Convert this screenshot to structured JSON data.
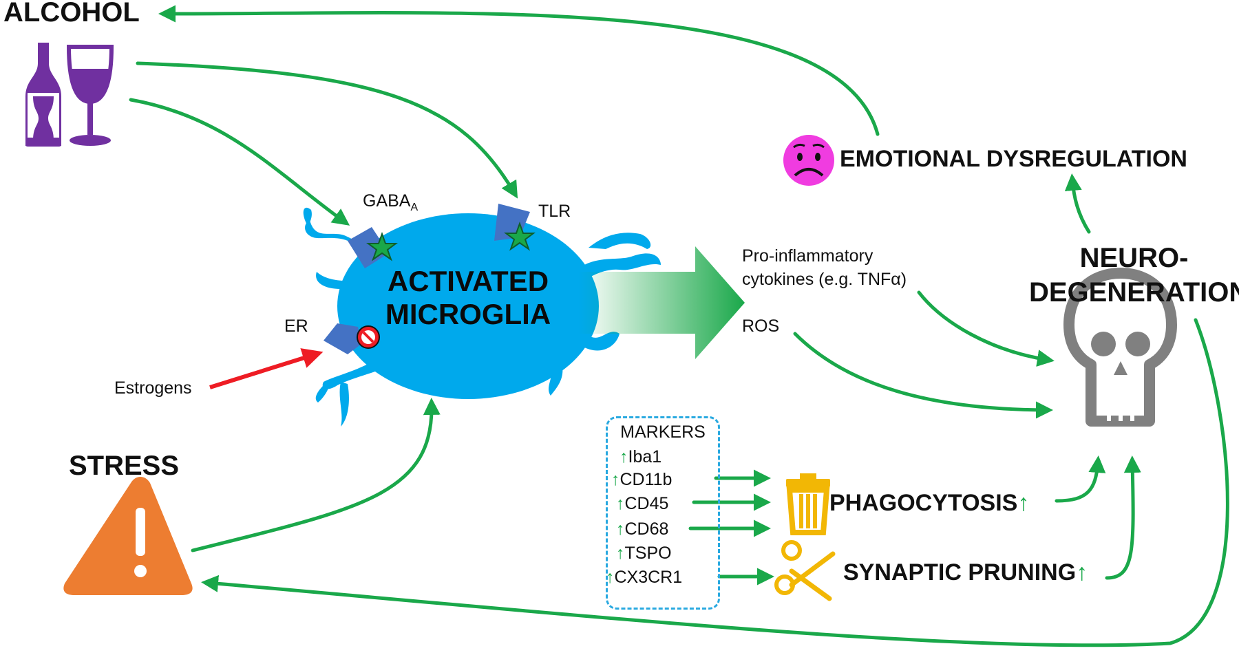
{
  "labels": {
    "alcohol": "ALCOHOL",
    "stress": "STRESS",
    "activated_line1": "ACTIVATED",
    "activated_line2": "MICROGLIA",
    "gaba": "GABA",
    "gaba_sub": "A",
    "tlr": "TLR",
    "er": "ER",
    "estrogens": "Estrogens",
    "pro_inflammatory_line1": "Pro-inflammatory",
    "pro_inflammatory_line2": "cytokines (e.g. TNFα)",
    "ros": "ROS",
    "emotional": "EMOTIONAL DYSREGULATION",
    "neuro_line1": "NEURO-",
    "neuro_line2": "DEGENERATION",
    "phagocytosis": "PHAGOCYTOSIS",
    "synaptic_pruning": "SYNAPTIC PRUNING"
  },
  "markers": {
    "title": "MARKERS",
    "items": [
      "Iba1",
      "CD11b",
      "CD45",
      "CD68",
      "TSPO",
      "CX3CR1"
    ]
  },
  "colors": {
    "arrow_green": "#1aa84a",
    "arrow_red": "#ee1c24",
    "microglia_blue": "#00a9ec",
    "receptor_blue": "#4472c4",
    "alcohol_purple": "#7030a0",
    "stress_orange": "#ed7d31",
    "skull_gray": "#808080",
    "trash_yellow": "#f2b705",
    "face_pink": "#f03ce0"
  },
  "icons": [
    "wine-bottle-icon",
    "wine-glass-icon",
    "warning-triangle-icon",
    "skull-icon",
    "sad-face-icon",
    "trash-can-icon",
    "scissors-icon",
    "star-icon",
    "prohibited-icon"
  ]
}
